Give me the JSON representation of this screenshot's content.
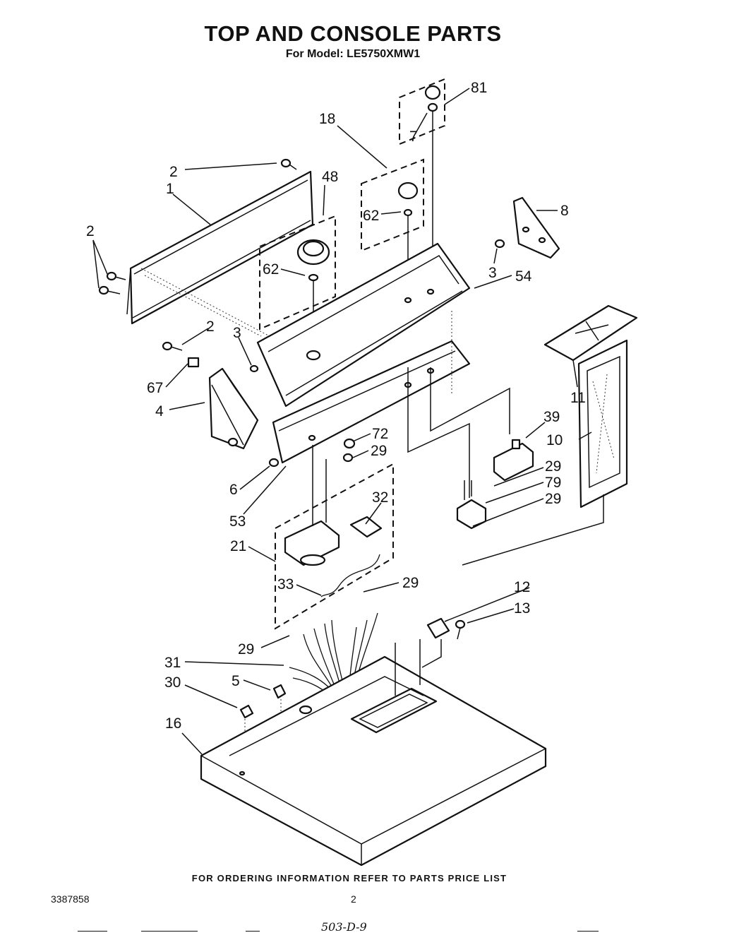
{
  "header": {
    "title": "TOP AND CONSOLE PARTS",
    "subtitle": "For Model: LE5750XMW1"
  },
  "footer": {
    "ordering_note": "FOR ORDERING INFORMATION REFER TO PARTS PRICE LIST",
    "document_number": "3387858",
    "page_number": "2",
    "handwritten_code": "503-D-9"
  },
  "callouts": {
    "c1": "1",
    "c2a": "2",
    "c2b": "2",
    "c2c": "2",
    "c3a": "3",
    "c3b": "3",
    "c4": "4",
    "c5": "5",
    "c6": "6",
    "c7": "7",
    "c8": "8",
    "c10": "10",
    "c11": "11",
    "c12": "12",
    "c13": "13",
    "c16": "16",
    "c18": "18",
    "c21": "21",
    "c29a": "29",
    "c29b": "29",
    "c29c": "29",
    "c29d": "29",
    "c29e": "29",
    "c30": "30",
    "c31": "31",
    "c32": "32",
    "c33": "33",
    "c39": "39",
    "c48": "48",
    "c53": "53",
    "c54": "54",
    "c62a": "62",
    "c62b": "62",
    "c67": "67",
    "c72": "72",
    "c79": "79",
    "c81": "81"
  }
}
